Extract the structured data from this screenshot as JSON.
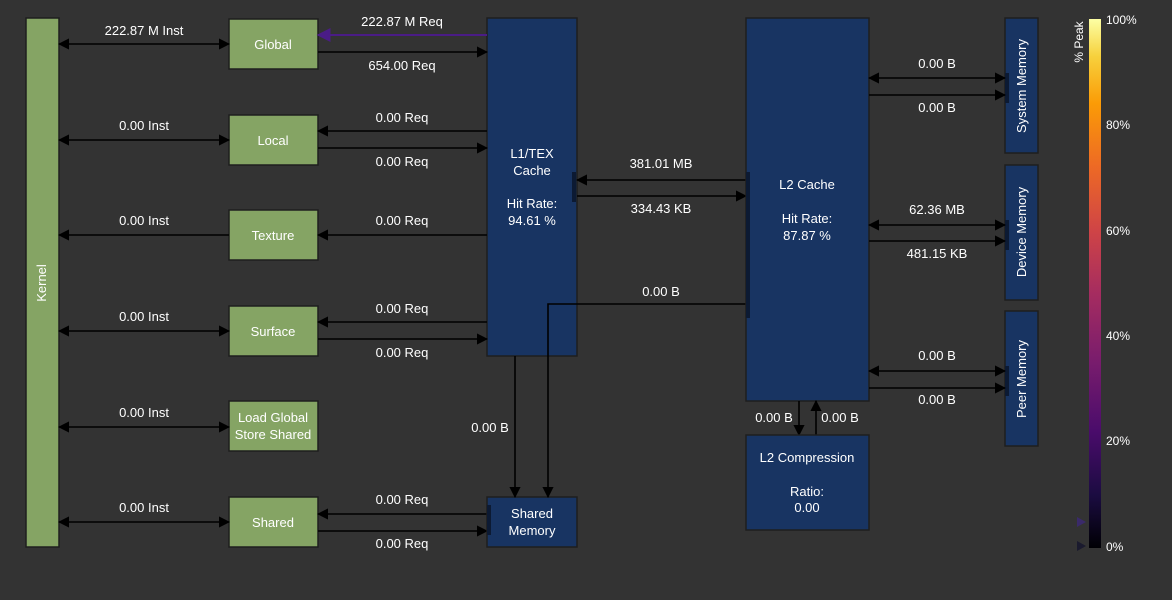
{
  "kernel": {
    "label": "Kernel"
  },
  "nodes": {
    "global": "Global",
    "local": "Local",
    "texture": "Texture",
    "surface": "Surface",
    "load_global_store_shared": [
      "Load Global",
      "Store Shared"
    ],
    "shared": "Shared"
  },
  "kernel_links": {
    "global": "222.87 M Inst",
    "local": "0.00 Inst",
    "texture": "0.00 Inst",
    "surface": "0.00 Inst",
    "lgss": "0.00 Inst",
    "shared": "0.00 Inst"
  },
  "l1_links": {
    "global_req_in": "222.87 M Req",
    "global_req_out": "654.00 Req",
    "local_in": "0.00 Req",
    "local_out": "0.00 Req",
    "texture_in": "0.00 Req",
    "surface_in": "0.00 Req",
    "surface_out": "0.00 Req",
    "shared_in": "0.00 Req",
    "shared_out": "0.00 Req"
  },
  "l1_cache": {
    "title_line1": "L1/TEX",
    "title_line2": "Cache",
    "hit_label": "Hit Rate:",
    "hit_value": "94.61 %"
  },
  "shared_memory": {
    "line1": "Shared",
    "line2": "Memory"
  },
  "l1_to_shared": "0.00 B",
  "l1_l2_links": {
    "read": "381.01 MB",
    "write": "334.43 KB",
    "l2_to_shared": "0.00 B"
  },
  "l2_cache": {
    "title": "L2 Cache",
    "hit_label": "Hit Rate:",
    "hit_value": "87.87 %"
  },
  "l2_compression": {
    "title": "L2 Compression",
    "ratio_label": "Ratio:",
    "ratio_value": "0.00",
    "link_down": "0.00 B",
    "link_up": "0.00 B"
  },
  "memories": {
    "system": {
      "label": "System Memory",
      "read": "0.00 B",
      "write": "0.00 B"
    },
    "device": {
      "label": "Device Memory",
      "read": "62.36 MB",
      "write": "481.15 KB"
    },
    "peer": {
      "label": "Peer Memory",
      "read": "0.00 B",
      "write": "0.00 B"
    }
  },
  "legend": {
    "title": "% Peak",
    "ticks": [
      "100%",
      "80%",
      "60%",
      "40%",
      "20%",
      "0%"
    ]
  }
}
